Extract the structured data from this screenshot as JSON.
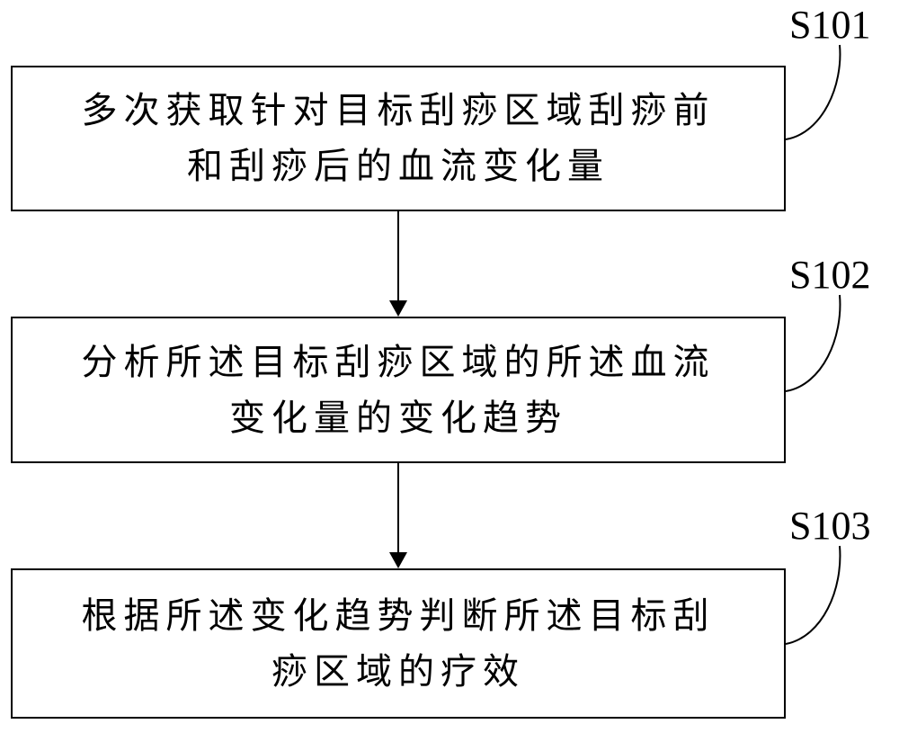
{
  "steps": [
    {
      "label": "S101",
      "lines": [
        "多次获取针对目标刮痧区域刮痧前",
        "和刮痧后的血流变化量"
      ]
    },
    {
      "label": "S102",
      "lines": [
        "分析所述目标刮痧区域的所述血流",
        "变化量的变化趋势"
      ]
    },
    {
      "label": "S103",
      "lines": [
        "根据所述变化趋势判断所述目标刮",
        "痧区域的疗效"
      ]
    }
  ]
}
